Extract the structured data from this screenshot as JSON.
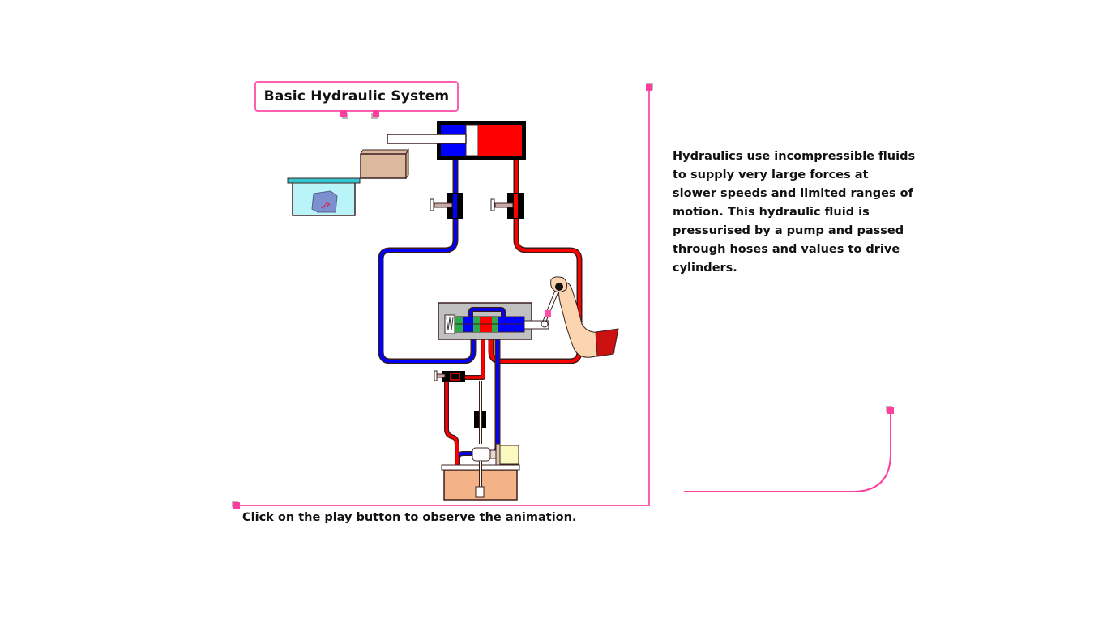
{
  "title": "Basic Hydraulic System",
  "description": "Hydraulics use incompressible fluids to supply very large forces at slower speeds and limited ranges of motion. This hydraulic fluid is pressurised by a pump and passed through hoses and values to drive cylinders.",
  "instruction": "Click on the play button to observe the animation.",
  "diagram": {
    "load_label": "vcb",
    "colors": {
      "accent": "#ff4fa8",
      "low_pressure": "#0000ff",
      "high_pressure": "#ff0000",
      "valve_green": "#2daa4a",
      "reservoir_fluid": "#f3b387",
      "tank_water": "#b8f4f8"
    }
  }
}
